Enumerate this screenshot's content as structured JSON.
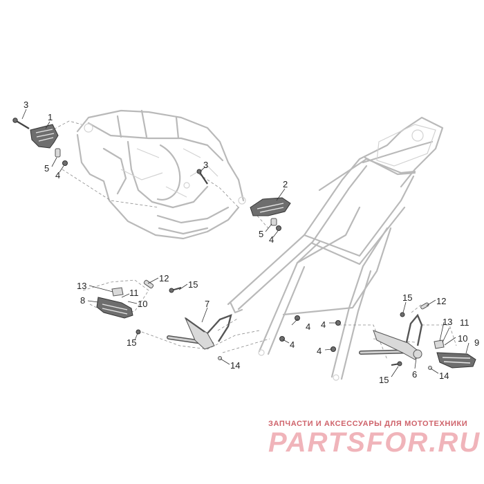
{
  "diagram": {
    "callouts": {
      "c3a": "3",
      "c1": "1",
      "c5a": "5",
      "c4a": "4",
      "c3b": "3",
      "c2": "2",
      "c5b": "5",
      "c4b": "4",
      "c12a": "12",
      "c15a": "15",
      "c13a": "13",
      "c11a": "11",
      "c8": "8",
      "c10a": "10",
      "c7": "7",
      "c15b": "15",
      "c14a": "14",
      "c4c": "4",
      "c4d": "4",
      "c4e": "4",
      "c4f": "4",
      "c15c": "15",
      "c12b": "12",
      "c13b": "13",
      "c11b": "11",
      "c10b": "10",
      "c9": "9",
      "c6": "6",
      "c14b": "14",
      "c15d": "15"
    }
  },
  "watermark": {
    "tagline": "ЗАПЧАСТИ И АКСЕССУАРЫ ДЛЯ МОТОТЕХНИКИ",
    "logo": "PARTSFOR.RU",
    "color": "#c33a44"
  }
}
